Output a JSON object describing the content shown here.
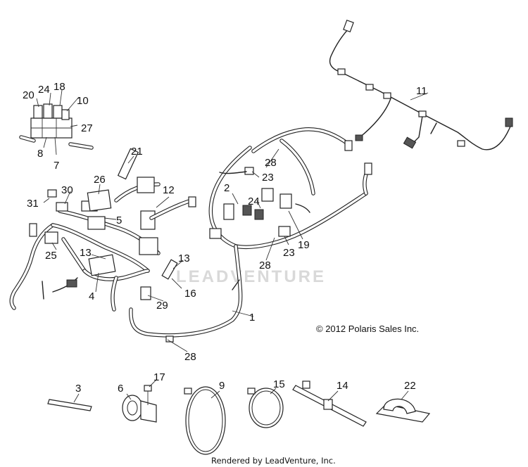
{
  "copyright": "© 2012 Polaris Sales Inc.",
  "credit": "Rendered by LeadVenture, Inc.",
  "watermark": "LEADVENTURE",
  "callouts": {
    "c1": "1",
    "c2": "2",
    "c3": "3",
    "c4": "4",
    "c5": "5",
    "c6": "6",
    "c7": "7",
    "c8": "8",
    "c9": "9",
    "c10": "10",
    "c11": "11",
    "c12": "12",
    "c13a": "13",
    "c13b": "13",
    "c14": "14",
    "c15": "15",
    "c16": "16",
    "c17": "17",
    "c18": "18",
    "c19": "19",
    "c20": "20",
    "c21": "21",
    "c22": "22",
    "c23a": "23",
    "c23b": "23",
    "c24a": "24",
    "c24b": "24",
    "c25": "25",
    "c26": "26",
    "c27": "27",
    "c28a": "28",
    "c28b": "28",
    "c28c": "28",
    "c29": "29",
    "c30": "30",
    "c31": "31"
  }
}
